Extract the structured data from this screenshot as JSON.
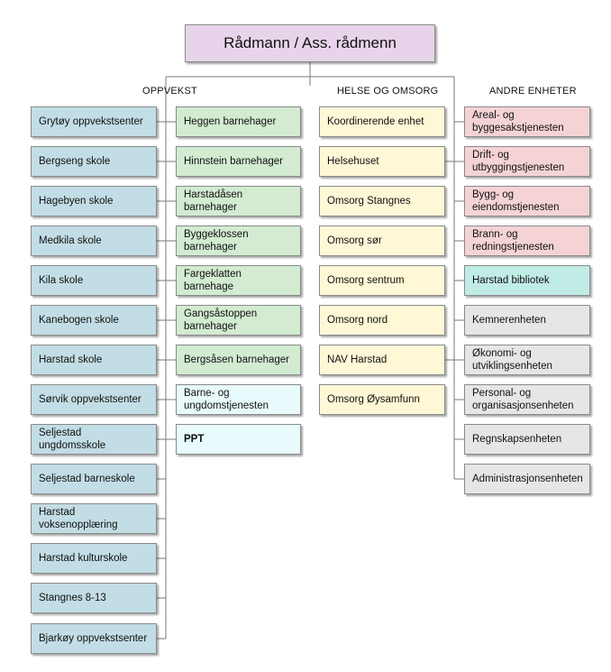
{
  "top": {
    "label": "Rådmann / Ass. rådmenn"
  },
  "headers": {
    "oppvekst": "OPPVEKST",
    "helse": "HELSE OG OMSORG",
    "andre": "ANDRE ENHETER"
  },
  "colors": {
    "top": "#e7d4ea",
    "schools": "#c2dde5",
    "kindergartens": "#d2ebd1",
    "services": "#e8fafb",
    "health": "#fff8d7",
    "technical": "#f5d3d5",
    "library": "#c1ece6",
    "admin": "#e6e6e6",
    "connector": "#7a7a7a"
  },
  "oppvekst_schools": [
    "Grytøy oppvekstsenter",
    "Bergseng skole",
    "Hagebyen skole",
    "Medkila skole",
    "Kila skole",
    "Kanebogen skole",
    "Harstad skole",
    "Sørvik oppvekstsenter",
    "Seljestad ungdomsskole",
    "Seljestad barneskole",
    "Harstad voksenopplæring",
    "Harstad kulturskole",
    "Stangnes 8-13",
    "Bjarkøy oppvekstsenter"
  ],
  "oppvekst_kindergartens": [
    "Heggen barnehager",
    "Hinnstein barnehager",
    "Harstadåsen barnehager",
    "Byggeklossen barnehager",
    "Fargeklatten barnehage",
    "Gangsåstoppen barnehager",
    "Bergsåsen barnehager",
    "Barne- og ungdomstjenesten",
    "PPT"
  ],
  "helse": [
    "Koordinerende enhet",
    "Helsehuset",
    "Omsorg Stangnes",
    "Omsorg sør",
    "Omsorg sentrum",
    "Omsorg nord",
    "NAV Harstad",
    "Omsorg Øysamfunn"
  ],
  "andre": [
    "Areal- og byggesakstjenesten",
    "Drift- og utbyggingstjenesten",
    "Bygg- og eiendomstjenesten",
    "Brann- og redningstjenesten",
    "Harstad bibliotek",
    "Kemnerenheten",
    "Økonomi- og utviklingsenheten",
    "Personal- og organisasjonsenheten",
    "Regnskapsenheten",
    "Administrasjonsenheten"
  ]
}
